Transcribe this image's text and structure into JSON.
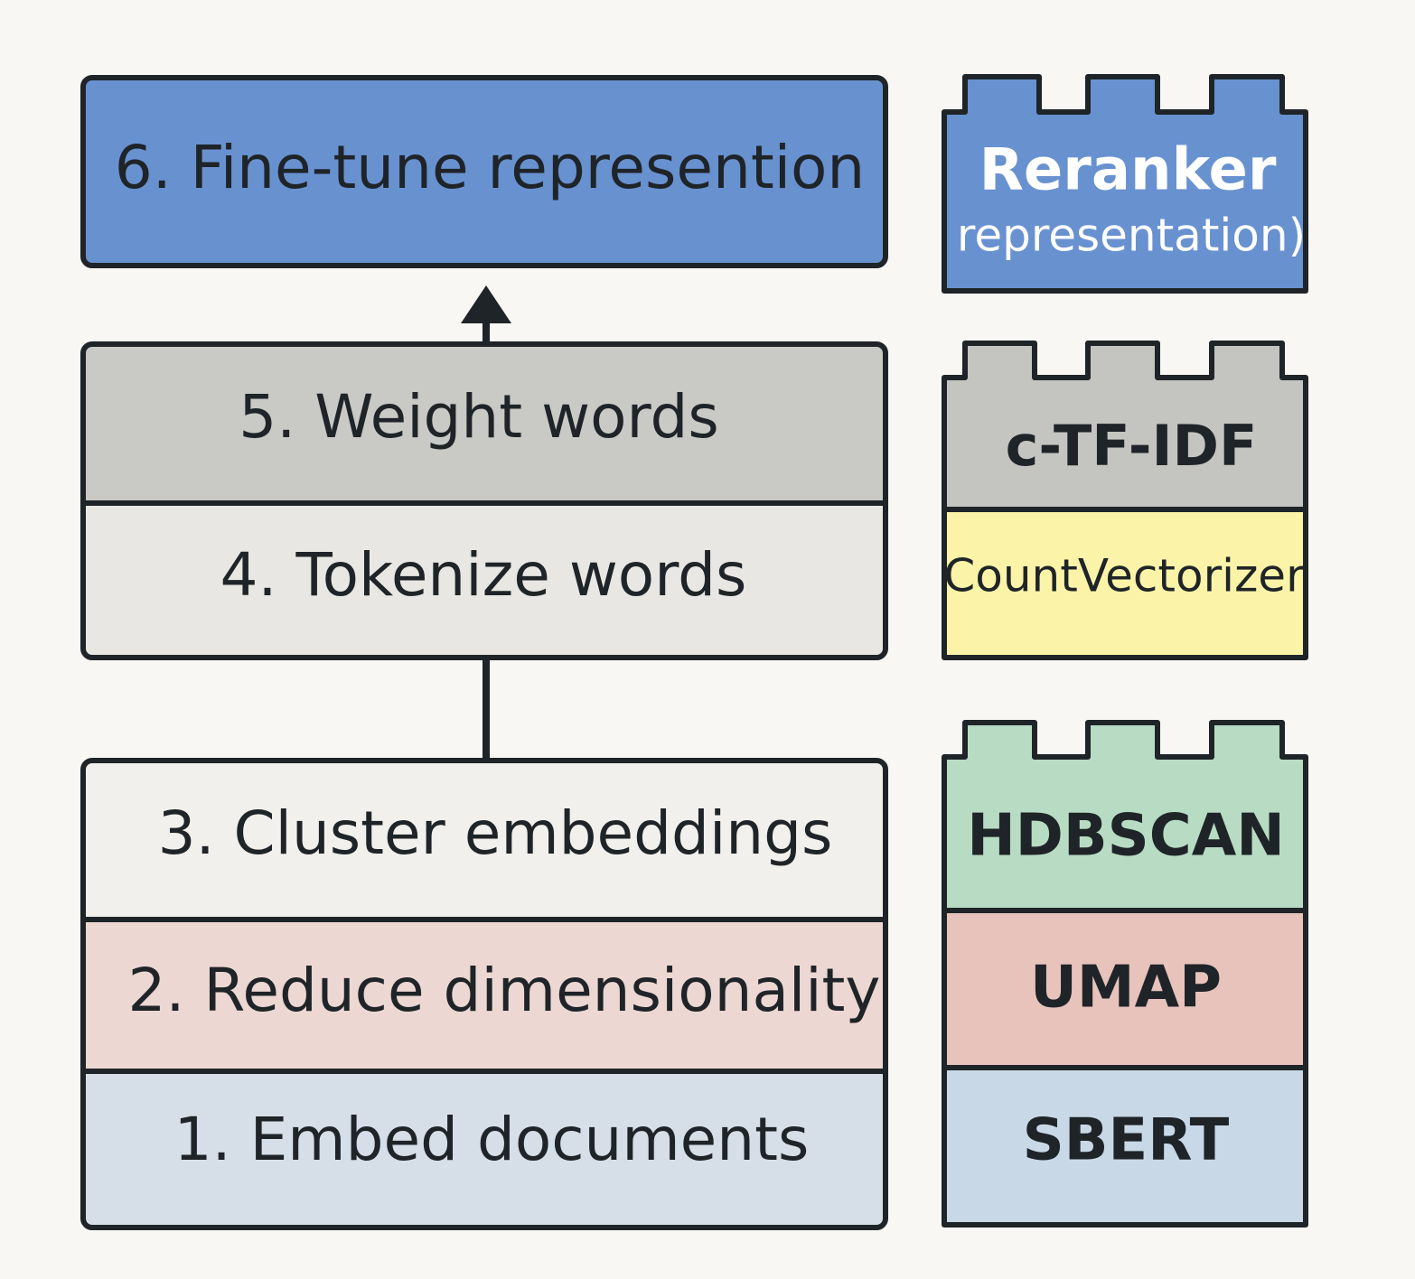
{
  "steps": {
    "step6": {
      "label": "6. Fine-tune represention",
      "color": "#6891d0"
    },
    "step5": {
      "label": "5. Weight words",
      "color": "#c9c9c6"
    },
    "step4": {
      "label": "4. Tokenize words",
      "color": "#e8e7e3"
    },
    "step3": {
      "label": "3. Cluster embeddings",
      "color": "#f1f0ec"
    },
    "step2": {
      "label": "2. Reduce dimensionality",
      "color": "#ecd7d3"
    },
    "step1": {
      "label": "1. Embed documents",
      "color": "#d6dfe8"
    }
  },
  "blocks": {
    "reranker": {
      "title": "Reranker",
      "subtitle": "representation)",
      "color": "#6891d0"
    },
    "ctfidf": {
      "label": "c-TF-IDF",
      "color": "#c4c4c1"
    },
    "countvectorizer": {
      "label": "CountVectorizer",
      "color": "#fbf3a8"
    },
    "hdbscan": {
      "label": "HDBSCAN",
      "color": "#b7dcc3"
    },
    "umap": {
      "label": "UMAP",
      "color": "#e7c3bc"
    },
    "sbert": {
      "label": "SBERT",
      "color": "#c8d8e6"
    }
  },
  "colors": {
    "outline": "#1f2428",
    "background": "#f8f7f3"
  }
}
